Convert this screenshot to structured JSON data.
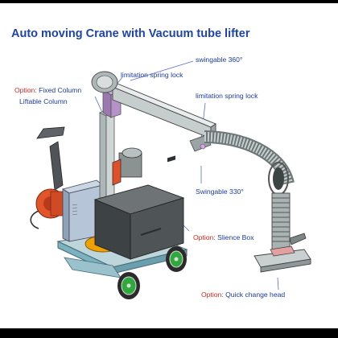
{
  "title": "Auto moving  Crane with Vacuum tube lifter",
  "labels": {
    "swingable_360": "swingable 360°",
    "limitation_lock_left": "limitation spring lock",
    "option_fixed_prefix": "Option:",
    "fixed_column": "Fixed Column",
    "liftable_column": "Liftable Column",
    "limitation_lock_right": "limitation spring lock",
    "swingable_330": "Swingable 330°",
    "option_silence_prefix": "Option:",
    "silence_box": "Slience Box",
    "option_head_prefix": "Option:",
    "quick_change_head": "Quick change head"
  },
  "colors": {
    "title": "#1f44a8",
    "label": "#1a3aa0",
    "option": "#e0281e",
    "leader": "#5a6bd0",
    "steel": "#9aa6a6",
    "box": "#4a4f52",
    "pump": "#e2542a",
    "base": "#7bb2c0",
    "turntable": "#f0a000",
    "wheel": "#2fa83c"
  }
}
